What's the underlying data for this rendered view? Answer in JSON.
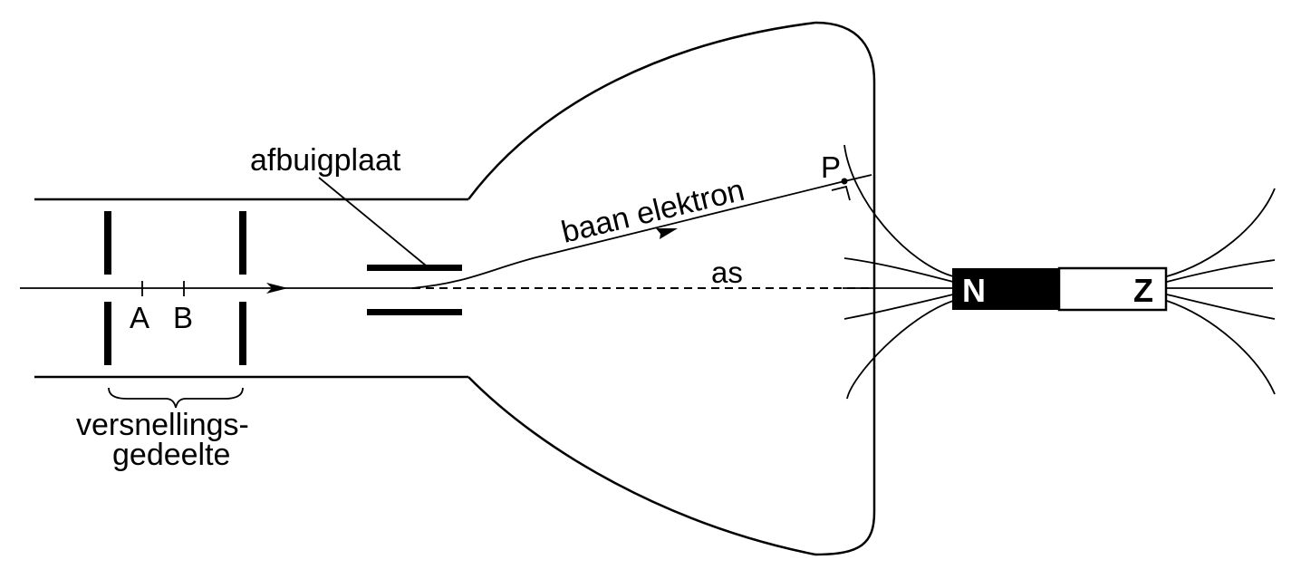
{
  "labels": {
    "deflection_plate": "afbuigplaat",
    "electron_path": "baan elektron",
    "axis": "as",
    "point_p": "P",
    "point_a": "A",
    "point_b": "B",
    "accel_section_line1": "versnellings-",
    "accel_section_line2": "gedeelte",
    "magnet_north": "N",
    "magnet_south": "Z"
  },
  "colors": {
    "ink": "#000000",
    "paper": "#ffffff"
  }
}
